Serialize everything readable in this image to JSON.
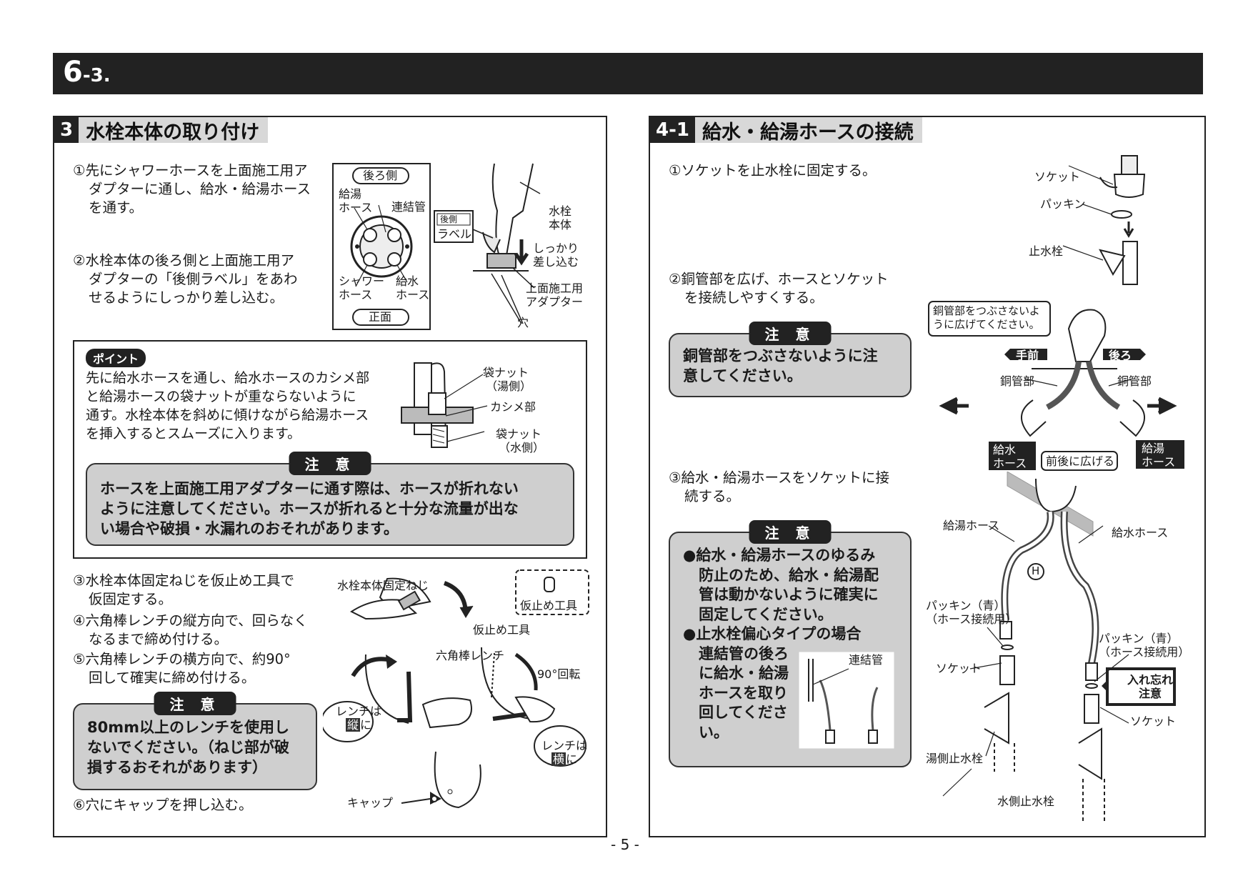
{
  "header": {
    "section": "6",
    "subsection": "-3."
  },
  "left": {
    "num": "3",
    "title": "水栓本体の取り付け",
    "step1": "①先にシャワーホースを上面施工用ア\nダプターに通し、給水・給湯ホース\nを通す。",
    "step1_l1": "①先にシャワーホースを上面施工用ア",
    "step1_l2": "ダプターに通し、給水・給湯ホース",
    "step1_l3": "を通す。",
    "step2_l1": "②水栓本体の後ろ側と上面施工用ア",
    "step2_l2": "ダプターの「後側ラベル」をあわ",
    "step2_l3": "せるようにしっかり差し込む。",
    "fig1": {
      "back": "後ろ側",
      "front": "正面",
      "hot_hose": "給湯\nホース",
      "hot_hose_l1": "給湯",
      "hot_hose_l2": "ホース",
      "link_pipe": "連結管",
      "shower_l1": "シャワー",
      "shower_l2": "ホース",
      "cold_l1": "給水",
      "cold_l2": "ホース",
      "label_l1": "後側",
      "label_l2": "ラベル",
      "body_l1": "水栓",
      "body_l2": "本体",
      "push_l1": "しっかり",
      "push_l2": "差し込む",
      "adapter_l1": "上面施工用",
      "adapter_l2": "アダプター",
      "hole": "穴"
    },
    "point": {
      "tag": "ポイント",
      "l1": "先に給水ホースを通し、給水ホースのカシメ部",
      "l2": "と給湯ホースの袋ナットが重ならないように",
      "l3": "通す。水栓本体を斜めに傾けながら給湯ホース",
      "l4": "を挿入するとスムーズに入ります。",
      "nut_hot_l1": "袋ナット",
      "nut_hot_l2": "（湯側）",
      "crimp": "カシメ部",
      "nut_cold_l1": "袋ナット",
      "nut_cold_l2": "（水側）"
    },
    "caution1": {
      "tag": "注 意",
      "l1": "ホースを上面施工用アダプターに通す際は、ホースが折れない",
      "l2": "ように注意してください。ホースが折れると十分な流量が出な",
      "l3": "い場合や破損・水漏れのおそれがあります。"
    },
    "step3_l1": "③水栓本体固定ねじを仮止め工具で",
    "step3_l2": "仮固定する。",
    "step4_l1": "④六角棒レンチの縦方向で、回らなく",
    "step4_l2": "なるまで締め付ける。",
    "step5_l1": "⑤六角棒レンチの横方向で、約90°",
    "step5_l2": "回して確実に締め付ける。",
    "caution2": {
      "tag": "注 意",
      "l1": "80mm以上のレンチを使用し",
      "l2": "ないでください。（ねじ部が破",
      "l3": "損するおそれがあります）"
    },
    "step6": "⑥穴にキャップを押し込む。",
    "fig2": {
      "screw": "水栓本体固定ねじ",
      "temp_tool": "仮止め工具",
      "temp_tool_box": "仮止め工具",
      "hex": "六角棒レンチ",
      "rot": "90°回転",
      "vert_l1": "レンチは",
      "vert_l2": "縦",
      "vert_l3": "に",
      "horiz_l1": "レンチは",
      "horiz_l2": "横",
      "horiz_l3": "に",
      "cap": "キャップ"
    }
  },
  "right": {
    "num": "4-1",
    "title": "給水・給湯ホースの接続",
    "step1": "①ソケットを止水栓に固定する。",
    "step2_l1": "②銅管部を広げ、ホースとソケット",
    "step2_l2": "を接続しやすくする。",
    "caution1": {
      "tag": "注 意",
      "l1": "銅管部をつぶさないように注",
      "l2": "意してください。"
    },
    "step3_l1": "③給水・給湯ホースをソケットに接",
    "step3_l2": "続する。",
    "caution2": {
      "tag": "注 意",
      "l1": "●給水・給湯ホースのゆるみ",
      "l2": "防止のため、給水・給湯配",
      "l3": "管は動かないように確実に",
      "l4": "固定してください。",
      "l5": "●止水栓偏心タイプの場合",
      "l6": "連結管の後ろ",
      "l7": "に給水・給湯",
      "l8": "ホースを取り",
      "l9": "回してくださ",
      "l10": "い。",
      "link": "連結管"
    },
    "fig1": {
      "socket": "ソケット",
      "packing": "パッキン",
      "valve": "止水栓"
    },
    "fig2": {
      "note_l1": "銅管部をつぶさないよ",
      "note_l2": "うに広げてください。",
      "front": "手前",
      "back": "後ろ",
      "copper_l": "銅管部",
      "copper_r": "銅管部",
      "cold_l1": "給水",
      "cold_l2": "ホース",
      "hot_l1": "給湯",
      "hot_l2": "ホース",
      "spread": "前後に広げる"
    },
    "fig3": {
      "hot_hose": "給湯ホース",
      "cold_hose": "給水ホース",
      "h": "H",
      "packing_l_l1": "パッキン（青）",
      "packing_l_l2": "（ホース接続用）",
      "packing_r_l1": "パッキン（青）",
      "packing_r_l2": "（ホース接続用）",
      "socket_l": "ソケット",
      "socket_r": "ソケット",
      "forget_l1": "入れ忘れ",
      "forget_l2": "注意",
      "hot_valve": "湯側止水栓",
      "cold_valve": "水側止水栓"
    }
  },
  "page_no": "- 5 -"
}
